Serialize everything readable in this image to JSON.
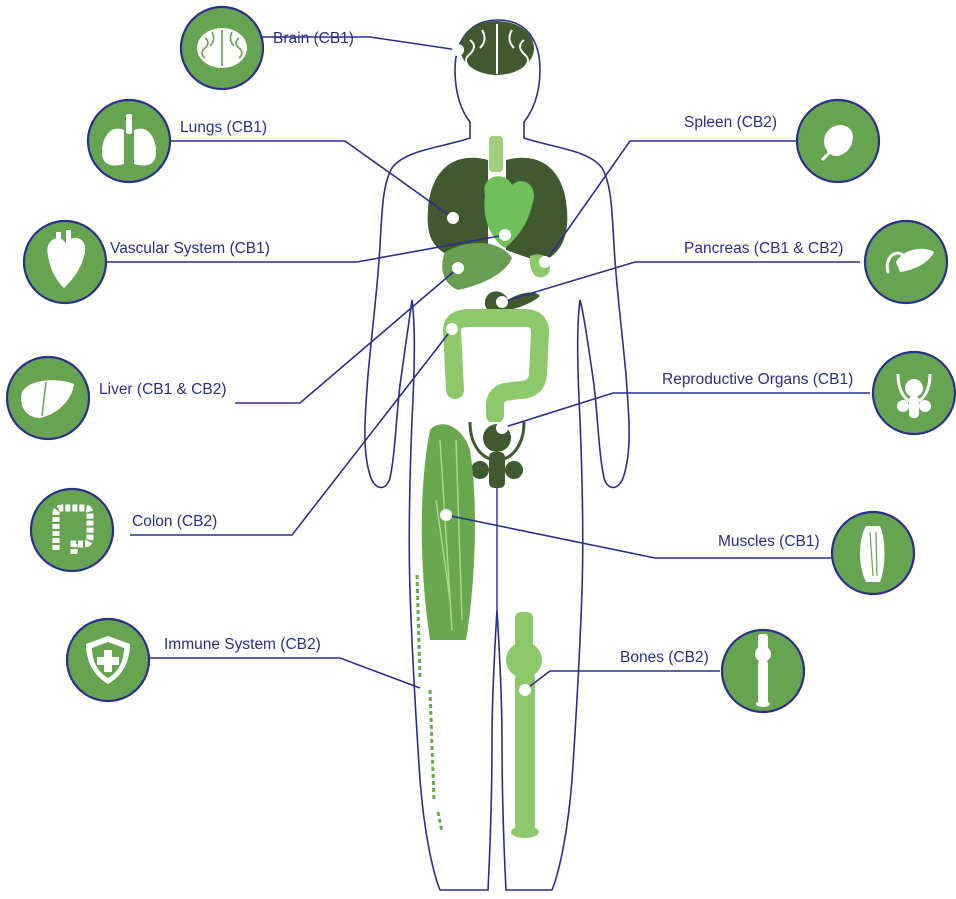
{
  "colors": {
    "outline": "#2a2f8c",
    "badge_green": "#66a452",
    "dark_green": "#3f5a2e",
    "light_green": "#8dc96a"
  },
  "organs": [
    {
      "key": "brain",
      "label": "Brain (CB1)",
      "icon": "brain-icon"
    },
    {
      "key": "lungs",
      "label": "Lungs (CB1)",
      "icon": "lungs-icon"
    },
    {
      "key": "vascular",
      "label": "Vascular System (CB1)",
      "icon": "heart-icon"
    },
    {
      "key": "liver",
      "label": "Liver (CB1 & CB2)",
      "icon": "liver-icon"
    },
    {
      "key": "colon",
      "label": "Colon (CB2)",
      "icon": "colon-icon"
    },
    {
      "key": "immune",
      "label": "Immune System (CB2)",
      "icon": "shield-cross-icon"
    },
    {
      "key": "spleen",
      "label": "Spleen (CB2)",
      "icon": "spleen-icon"
    },
    {
      "key": "pancreas",
      "label": "Pancreas (CB1 & CB2)",
      "icon": "pancreas-icon"
    },
    {
      "key": "reproductive",
      "label": "Reproductive Organs (CB1)",
      "icon": "reproductive-organs-icon"
    },
    {
      "key": "muscles",
      "label": "Muscles (CB1)",
      "icon": "muscle-icon"
    },
    {
      "key": "bones",
      "label": "Bones (CB2)",
      "icon": "bone-icon"
    }
  ]
}
